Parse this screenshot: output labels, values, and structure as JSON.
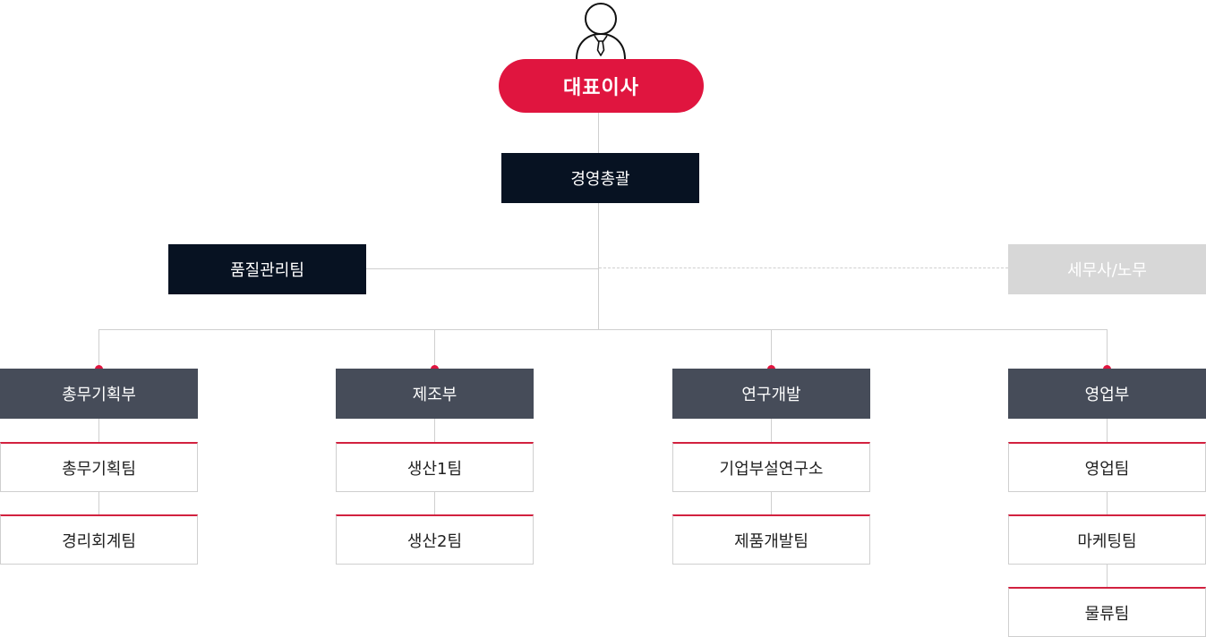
{
  "chart": {
    "ceo": "대표이사",
    "general": "경영총괄",
    "quality": "품질관리팀",
    "tax": "세무사/노무",
    "departments": [
      {
        "name": "총무기획부",
        "teams": [
          "총무기획팀",
          "경리회계팀"
        ]
      },
      {
        "name": "제조부",
        "teams": [
          "생산1팀",
          "생산2팀"
        ]
      },
      {
        "name": "연구개발",
        "teams": [
          "기업부설연구소",
          "제품개발팀"
        ]
      },
      {
        "name": "영업부",
        "teams": [
          "영업팀",
          "마케팅팀",
          "물류팀"
        ]
      }
    ]
  },
  "colors": {
    "ceo": "#e0153f",
    "dark_box": "#071222",
    "dept_box": "#464c59",
    "external_box": "#d7d7d7",
    "accent_line": "#d2213f"
  },
  "icons": {
    "person": "person-with-tie-icon"
  }
}
